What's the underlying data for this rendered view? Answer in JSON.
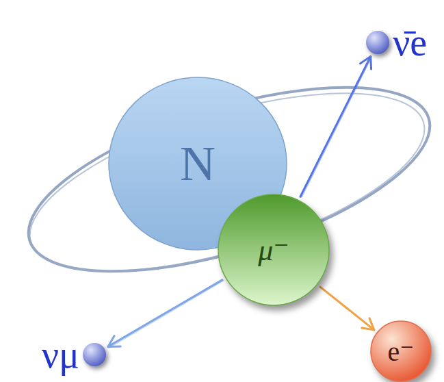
{
  "diagram": {
    "nodes": [
      {
        "text": [
          "N"
        ]
      },
      {
        "text": [
          "μ⁻"
        ]
      },
      {
        "text": [
          "ν̄e"
        ]
      },
      {
        "text": [
          "νμ"
        ]
      },
      {
        "text": [
          "e⁻"
        ]
      }
    ],
    "edges": [
      {
        "from": 1,
        "to": 2,
        "arrow": "to"
      },
      {
        "from": 1,
        "to": 3,
        "arrow": "to"
      },
      {
        "from": 1,
        "to": 4,
        "arrow": "to"
      }
    ]
  }
}
